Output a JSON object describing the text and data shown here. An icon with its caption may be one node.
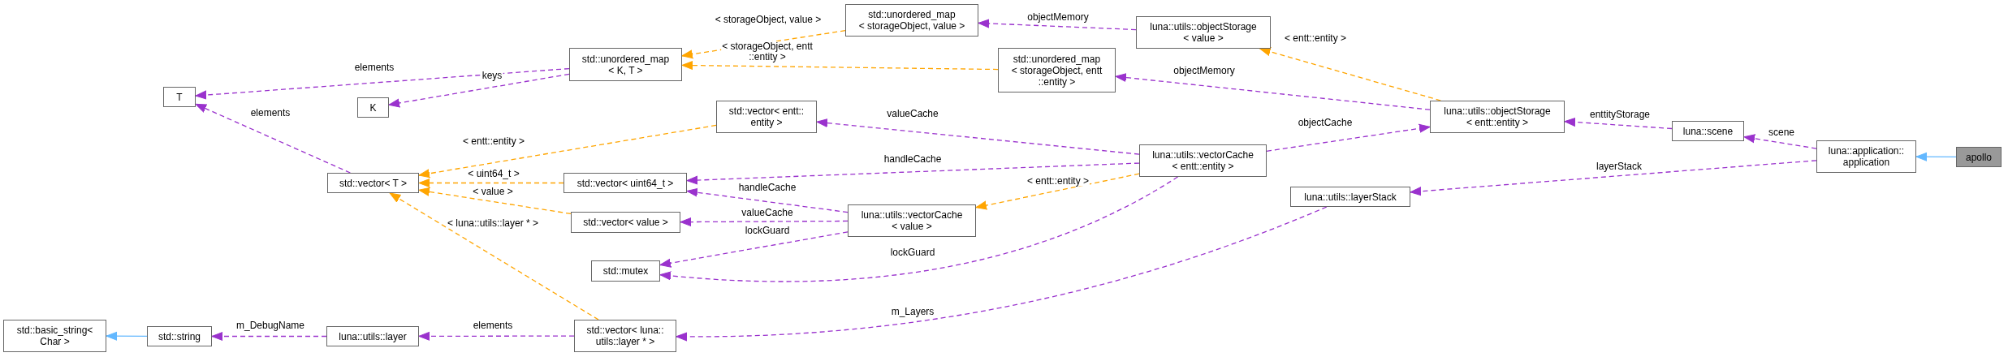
{
  "diagram": {
    "nodes": [
      {
        "text": [
          "T"
        ]
      },
      {
        "text": [
          "K"
        ]
      },
      {
        "text": [
          "std::unordered_map < K, T >"
        ]
      },
      {
        "text": [
          "std::unordered_map < storageObject, value >"
        ]
      },
      {
        "text": [
          "luna::utils::objectStorage < value >"
        ]
      },
      {
        "text": [
          "std::unordered_map < storageObject, entt ::entity >"
        ]
      },
      {
        "text": [
          "luna::utils::objectStorage < entt::entity >"
        ]
      },
      {
        "text": [
          "std::vector< entt:: entity >"
        ]
      },
      {
        "text": [
          "std::vector< T >"
        ]
      },
      {
        "text": [
          "std::vector< uint64_t >"
        ]
      },
      {
        "text": [
          "luna::utils::vectorCache < entt::entity >"
        ]
      },
      {
        "text": [
          "luna::scene"
        ]
      },
      {
        "text": [
          "luna::application:: application"
        ]
      },
      {
        "text": [
          "apollo"
        ]
      },
      {
        "text": [
          "luna::utils::layerStack"
        ]
      },
      {
        "text": [
          "std::vector< value >"
        ]
      },
      {
        "text": [
          "luna::utils::vectorCache < value >"
        ]
      },
      {
        "text": [
          "std::mutex"
        ]
      },
      {
        "text": [
          "std::basic_string< Char >"
        ]
      },
      {
        "text": [
          "std::string"
        ]
      },
      {
        "text": [
          "luna::utils::layer"
        ]
      },
      {
        "text": [
          "std::vector< luna:: utils::layer * >"
        ]
      }
    ],
    "edges": [
      {
        "from": 2,
        "to": 0,
        "arrow": "to",
        "label": "elements",
        "style": "dashed"
      },
      {
        "from": 2,
        "to": 1,
        "arrow": "to",
        "label": "keys",
        "style": "dashed"
      },
      {
        "from": 8,
        "to": 0,
        "arrow": "to",
        "label": "elements",
        "style": "dashed"
      },
      {
        "from": 3,
        "to": 2,
        "arrow": "to",
        "label": "< storageObject, value >",
        "style": "dashed",
        "color": "#ffa500"
      },
      {
        "from": 5,
        "to": 2,
        "arrow": "to",
        "label": "< storageObject, entt ::entity >",
        "style": "dashed",
        "color": "#ffa500"
      },
      {
        "from": 4,
        "to": 3,
        "arrow": "to",
        "label": "objectMemory",
        "style": "dashed"
      },
      {
        "from": 6,
        "to": 4,
        "arrow": "to",
        "label": "< entt::entity >",
        "style": "dashed",
        "color": "#ffa500"
      },
      {
        "from": 6,
        "to": 5,
        "arrow": "to",
        "label": "objectMemory",
        "style": "dashed"
      },
      {
        "from": 10,
        "to": 6,
        "arrow": "to",
        "label": "objectCache",
        "style": "dashed"
      },
      {
        "from": 11,
        "to": 6,
        "arrow": "to",
        "label": "enttityStorage",
        "style": "dashed"
      },
      {
        "from": 12,
        "to": 11,
        "arrow": "to",
        "label": "scene",
        "style": "dashed"
      },
      {
        "from": 13,
        "to": 12,
        "arrow": "to",
        "color": "#63b8ff"
      },
      {
        "from": 12,
        "to": 14,
        "arrow": "to",
        "label": "layerStack",
        "style": "dashed"
      },
      {
        "from": 7,
        "to": 8,
        "arrow": "to",
        "label": "< entt::entity >",
        "style": "dashed",
        "color": "#ffa500"
      },
      {
        "from": 9,
        "to": 8,
        "arrow": "to",
        "label": "< uint64_t >",
        "style": "dashed",
        "color": "#ffa500"
      },
      {
        "from": 15,
        "to": 8,
        "arrow": "to",
        "label": "< value >",
        "style": "dashed",
        "color": "#ffa500"
      },
      {
        "from": 21,
        "to": 8,
        "arrow": "to",
        "label": "< luna::utils::layer * >",
        "style": "dashed",
        "color": "#ffa500"
      },
      {
        "from": 10,
        "to": 7,
        "arrow": "to",
        "label": "valueCache",
        "style": "dashed"
      },
      {
        "from": 10,
        "to": 9,
        "arrow": "to",
        "label": "handleCache",
        "style": "dashed"
      },
      {
        "from": 16,
        "to": 9,
        "arrow": "to",
        "label": "handleCache",
        "style": "dashed"
      },
      {
        "from": 16,
        "to": 15,
        "arrow": "to",
        "label": "valueCache",
        "style": "dashed"
      },
      {
        "from": 16,
        "to": 17,
        "arrow": "to",
        "label": "lockGuard",
        "style": "dashed"
      },
      {
        "from": 10,
        "to": 17,
        "arrow": "to",
        "label": "lockGuard",
        "style": "dashed"
      },
      {
        "from": 10,
        "to": 16,
        "arrow": "to",
        "label": "< entt::entity >",
        "style": "dashed",
        "color": "#ffa500"
      },
      {
        "from": 14,
        "to": 21,
        "arrow": "to",
        "label": "m_Layers",
        "style": "dashed"
      },
      {
        "from": 21,
        "to": 20,
        "arrow": "to",
        "label": "elements",
        "style": "dashed"
      },
      {
        "from": 20,
        "to": 19,
        "arrow": "to",
        "label": "m_DebugName",
        "style": "dashed"
      },
      {
        "from": 19,
        "to": 18,
        "arrow": "to",
        "color": "#63b8ff"
      }
    ]
  }
}
